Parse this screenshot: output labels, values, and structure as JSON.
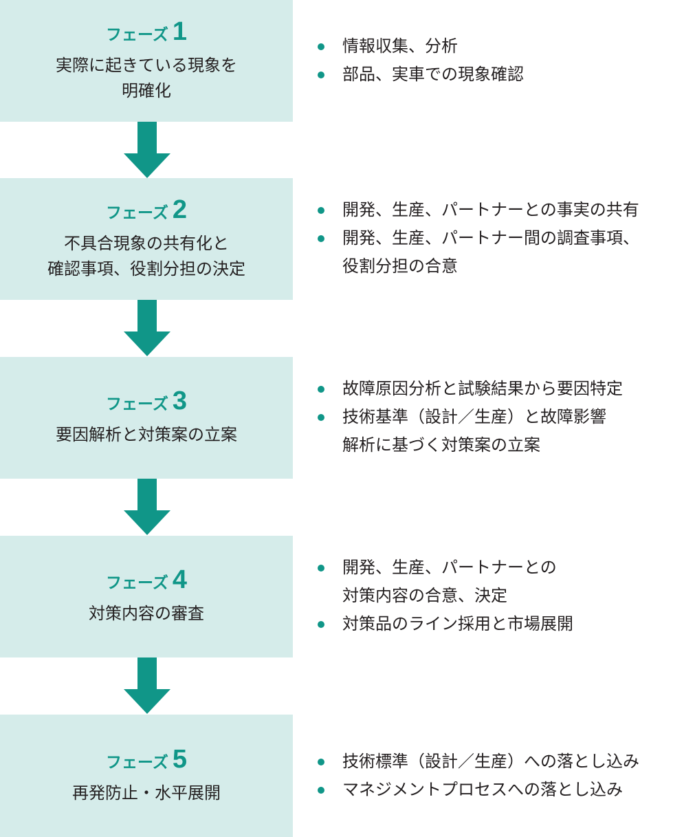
{
  "colors": {
    "accent": "#109688",
    "box_fill": "#d5ecea",
    "text": "#231f20"
  },
  "phases": [
    {
      "label": "フェーズ",
      "number": "1",
      "description": "実際に起きている現象を\n明確化",
      "bullets": [
        "情報収集、分析",
        "部品、実車での現象確認"
      ]
    },
    {
      "label": "フェーズ",
      "number": "2",
      "description": "不具合現象の共有化と\n確認事項、役割分担の決定",
      "bullets": [
        "開発、生産、パートナーとの事実の共有",
        "開発、生産、パートナー間の調査事項、\n役割分担の合意"
      ]
    },
    {
      "label": "フェーズ",
      "number": "3",
      "description": "要因解析と対策案の立案",
      "bullets": [
        "故障原因分析と試験結果から要因特定",
        "技術基準（設計／生産）と故障影響\n解析に基づく対策案の立案"
      ]
    },
    {
      "label": "フェーズ",
      "number": "4",
      "description": "対策内容の審査",
      "bullets": [
        "開発、生産、パートナーとの\n対策内容の合意、決定",
        "対策品のライン採用と市場展開"
      ]
    },
    {
      "label": "フェーズ",
      "number": "5",
      "description": "再発防止・水平展開",
      "bullets": [
        "技術標準（設計／生産）への落とし込み",
        "マネジメントプロセスへの落とし込み"
      ]
    }
  ],
  "arrow_icon": "down-arrow-icon"
}
